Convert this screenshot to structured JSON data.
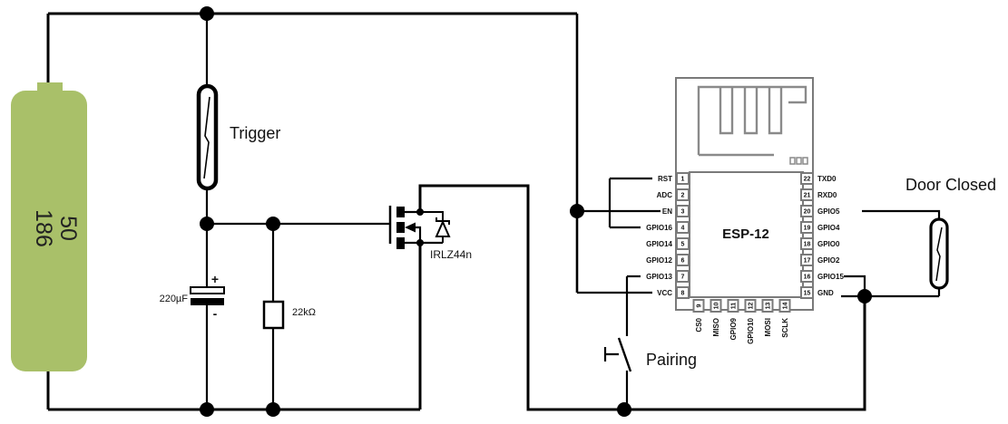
{
  "labels": {
    "trigger": "Trigger",
    "pairing": "Pairing",
    "door_closed": "Door Closed",
    "battery_line1": "186",
    "battery_line2": "50",
    "capacitor_value": "220µF",
    "capacitor_plus": "+",
    "capacitor_minus": "-",
    "resistor_value": "22kΩ",
    "mosfet_part": "IRLZ44n"
  },
  "esp": {
    "name": "ESP-12",
    "left_pins": [
      {
        "num": "1",
        "label": "RST"
      },
      {
        "num": "2",
        "label": "ADC"
      },
      {
        "num": "3",
        "label": "EN"
      },
      {
        "num": "4",
        "label": "GPIO16"
      },
      {
        "num": "5",
        "label": "GPIO14"
      },
      {
        "num": "6",
        "label": "GPIO12"
      },
      {
        "num": "7",
        "label": "GPIO13"
      },
      {
        "num": "8",
        "label": "VCC"
      }
    ],
    "right_pins": [
      {
        "num": "22",
        "label": "TXD0"
      },
      {
        "num": "21",
        "label": "RXD0"
      },
      {
        "num": "20",
        "label": "GPIO5"
      },
      {
        "num": "19",
        "label": "GPIO4"
      },
      {
        "num": "18",
        "label": "GPIO0"
      },
      {
        "num": "17",
        "label": "GPIO2"
      },
      {
        "num": "16",
        "label": "GPIO15"
      },
      {
        "num": "15",
        "label": "GND"
      }
    ],
    "bottom_pins": [
      {
        "num": "9",
        "label": "CS0"
      },
      {
        "num": "10",
        "label": "MISO"
      },
      {
        "num": "11",
        "label": "GPIO9"
      },
      {
        "num": "12",
        "label": "GPIO10"
      },
      {
        "num": "13",
        "label": "MOSI"
      },
      {
        "num": "14",
        "label": "SCLK"
      }
    ]
  },
  "colors": {
    "battery": "#a9c069",
    "wire": "#000000",
    "module_outline": "#7a7a7a"
  }
}
